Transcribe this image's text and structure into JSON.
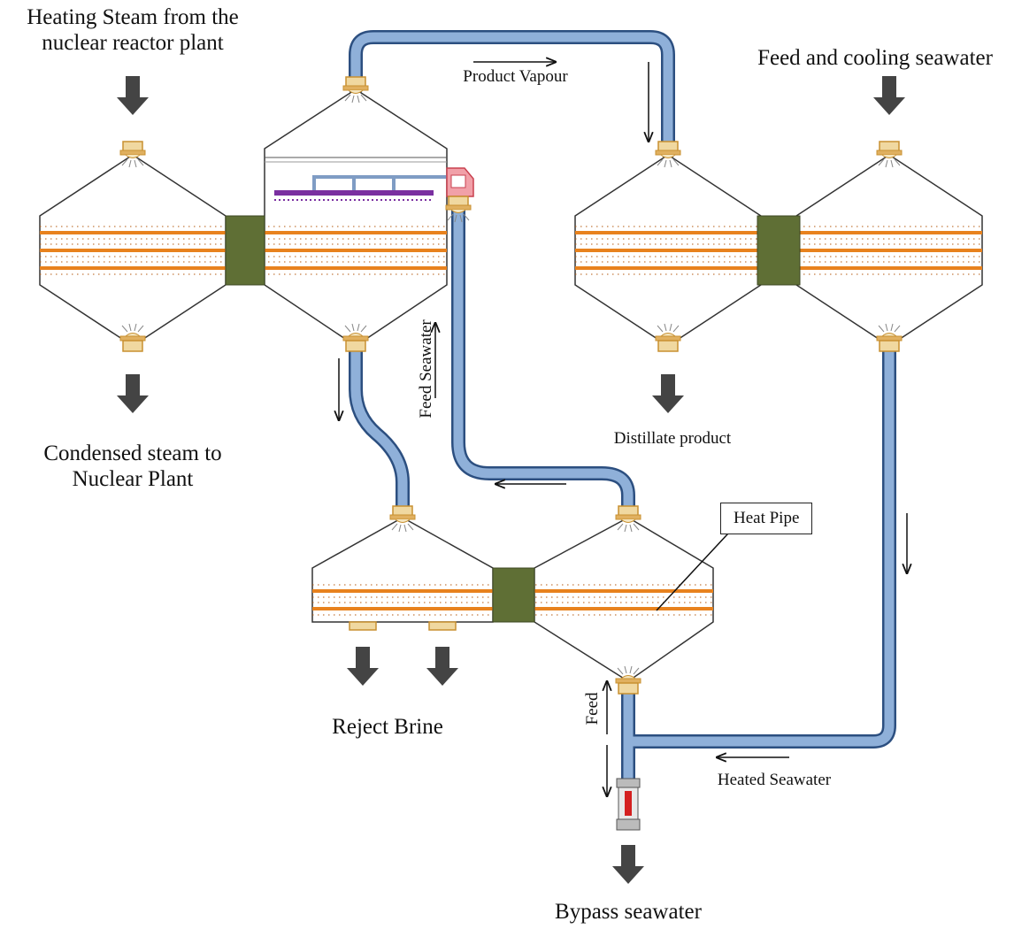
{
  "labels": {
    "heating_steam": "Heating Steam from the\nnuclear reactor plant",
    "feed_cooling": "Feed and cooling seawater",
    "product_vapour": "Product Vapour",
    "condensed_steam": "Condensed steam to\nNuclear Plant",
    "distillate": "Distillate product",
    "feed_seawater": "Feed Seawater",
    "heat_pipe": "Heat Pipe",
    "reject_brine": "Reject Brine",
    "feed": "Feed",
    "heated_seawater": "Heated Seawater",
    "bypass": "Bypass seawater"
  },
  "colors": {
    "pipe_fill": "#8fb0d9",
    "pipe_stroke": "#2c4f80",
    "tube": "#e8821e",
    "block": "#5f6f35",
    "nozzle": "#f0d8a0",
    "nozzle_stroke": "#c89030",
    "spray_bar": "#7a2fa0",
    "valve": "#d42020",
    "arrow": "#444444",
    "outline": "#333333"
  }
}
